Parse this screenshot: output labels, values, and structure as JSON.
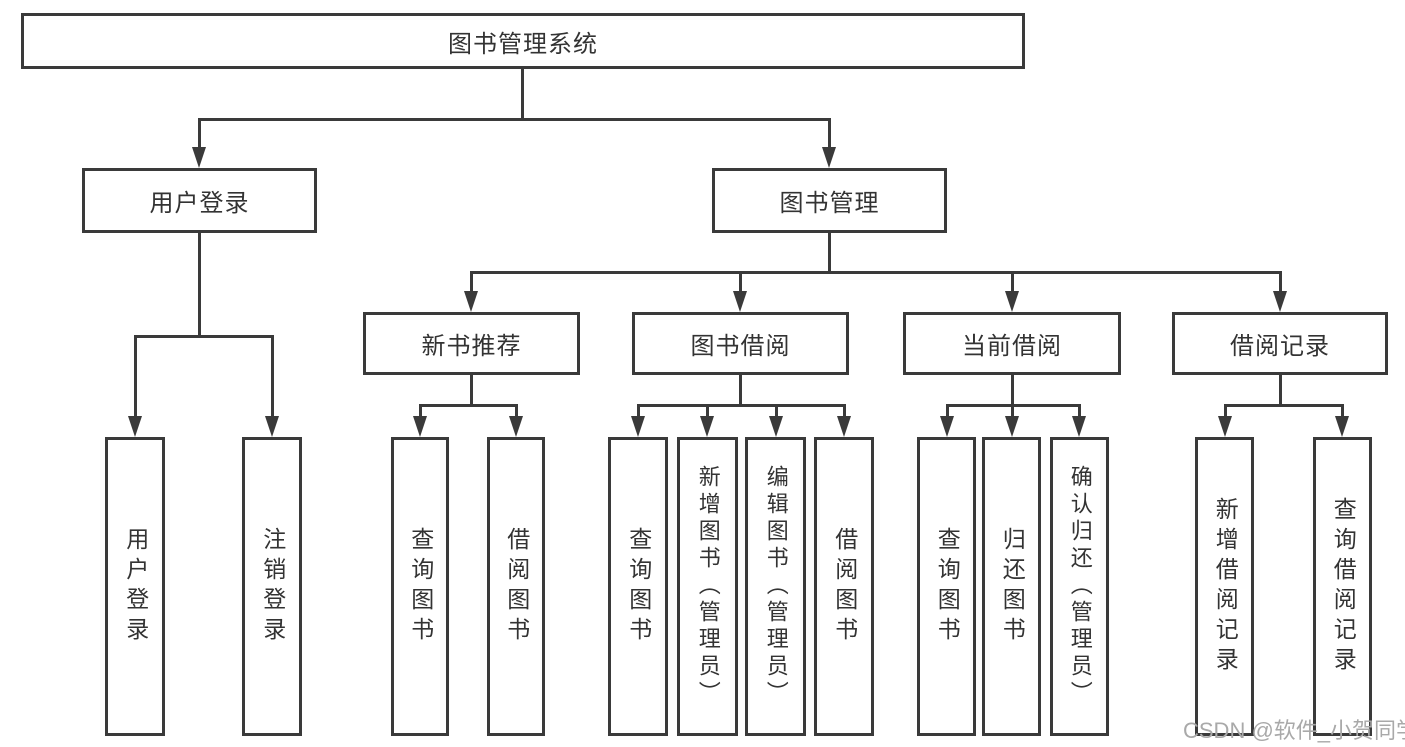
{
  "tree": {
    "root": {
      "label": "图书管理系统"
    },
    "children": [
      {
        "label": "用户登录",
        "children": [
          {
            "label": "用户登录"
          },
          {
            "label": "注销登录"
          }
        ]
      },
      {
        "label": "图书管理",
        "children": [
          {
            "label": "新书推荐",
            "children": [
              {
                "label": "查询图书"
              },
              {
                "label": "借阅图书"
              }
            ]
          },
          {
            "label": "图书借阅",
            "children": [
              {
                "label": "查询图书"
              },
              {
                "label": "新增图书（管理员）"
              },
              {
                "label": "编辑图书（管理员）"
              },
              {
                "label": "借阅图书"
              }
            ]
          },
          {
            "label": "当前借阅",
            "children": [
              {
                "label": "查询图书"
              },
              {
                "label": "归还图书"
              },
              {
                "label": "确认归还（管理员）"
              }
            ]
          },
          {
            "label": "借阅记录",
            "children": [
              {
                "label": "新增借阅记录"
              },
              {
                "label": "查询借阅记录"
              }
            ]
          }
        ]
      }
    ]
  },
  "watermark": {
    "text": "CSDN @软件_小贺同学"
  },
  "colors": {
    "line": "#3a3a3a",
    "text": "#333333",
    "watermark": "#a9a9a9",
    "background": "#ffffff"
  }
}
